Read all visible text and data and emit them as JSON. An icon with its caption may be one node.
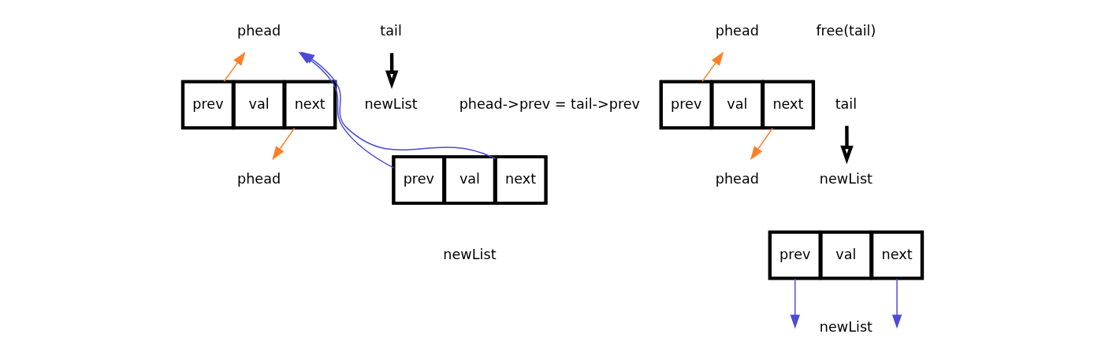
{
  "diagram": {
    "nodes": [
      {
        "text": [
          "phead"
        ]
      },
      {
        "text": [],
        "shape": "box"
      },
      {
        "text": [
          "prev"
        ],
        "in": 1
      },
      {
        "text": [
          "val"
        ],
        "in": 1
      },
      {
        "text": [
          "next"
        ],
        "in": 1
      },
      {
        "text": [
          "phead"
        ]
      },
      {
        "text": [
          "tail"
        ]
      },
      {
        "text": [
          "newList"
        ]
      },
      {
        "text": [],
        "shape": "box"
      },
      {
        "text": [
          "prev"
        ],
        "in": 8
      },
      {
        "text": [
          "val"
        ],
        "in": 8
      },
      {
        "text": [
          "next"
        ],
        "in": 8
      },
      {
        "text": [
          "phead"
        ]
      },
      {
        "text": [],
        "shape": "box"
      },
      {
        "text": [
          "prev"
        ],
        "in": 13
      },
      {
        "text": [
          "val"
        ],
        "in": 13
      },
      {
        "text": [
          "next"
        ],
        "in": 13
      },
      {
        "text": [
          "phead"
        ]
      },
      {
        "text": [
          "tail"
        ]
      },
      {
        "text": [
          "newList"
        ]
      },
      {
        "text": [],
        "shape": "box"
      },
      {
        "text": [
          "prev"
        ],
        "in": 20
      },
      {
        "text": [
          "val"
        ],
        "in": 20
      },
      {
        "text": [
          "next"
        ],
        "in": 20
      }
    ],
    "edges": [
      {
        "from": 2,
        "to": 0,
        "arrow": "to",
        "color": "#ff7f27"
      },
      {
        "from": 4,
        "to": 5,
        "arrow": "to",
        "color": "#ff7f27"
      },
      {
        "from": 11,
        "to": 0,
        "arrow": "to",
        "color": "#4b4bd6"
      },
      {
        "from": 9,
        "to": 0,
        "arrow": "to",
        "color": "#4b4bd6"
      },
      {
        "from": 6,
        "to": 7,
        "arrow": "to",
        "style": "thick",
        "color": "#000000"
      },
      {
        "from": 14,
        "to": 12,
        "arrow": "to",
        "color": "#ff7f27"
      },
      {
        "from": 16,
        "to": 17,
        "arrow": "to",
        "color": "#ff7f27"
      },
      {
        "from": 18,
        "to": 19,
        "arrow": "to",
        "style": "thick",
        "color": "#000000"
      },
      {
        "from": 23,
        "to": null,
        "arrow": "to",
        "color": "#4b4bd6"
      },
      {
        "from": 21,
        "to": null,
        "arrow": "to",
        "color": "#4b4bd6"
      }
    ],
    "labels": [
      "phead->prev = tail->prev",
      "newList",
      "free(tail)",
      "newList"
    ]
  }
}
